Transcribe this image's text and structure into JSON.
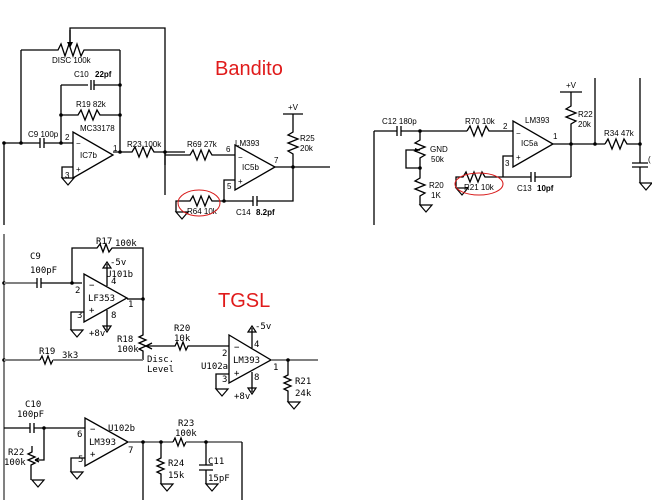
{
  "titles": {
    "top": "Bandito",
    "bottom": "TGSL"
  },
  "colors": {
    "title": "#e01b1b",
    "highlight_circle": "#d81a1a",
    "wire": "#000000",
    "wire_gray": "#808080"
  },
  "bandito_left": {
    "disc_pot": "DISC 100k",
    "c10_name": "C10",
    "c10_value": "22pf",
    "r19": "R19 82k",
    "c9": "C9 100p",
    "ic7_part": "MC33178",
    "ic7_ref": "IC7b",
    "ic7_pin_inv": "2",
    "ic7_pin_noninv": "3",
    "ic7_pin_out": "1",
    "r23": "R23 100k",
    "r69": "R69 27k",
    "ic5b_part": "LM393",
    "ic5b_ref": "IC5b",
    "ic5b_pin_inv": "6",
    "ic5b_pin_noninv": "5",
    "ic5b_pin_out": "7",
    "supply": "+V",
    "r25_name": "R25",
    "r25_value": "20k",
    "r64": "R64 10k",
    "c14_name": "C14",
    "c14_value": "8.2pf"
  },
  "bandito_right": {
    "c12": "C12 180p",
    "r70": "R70 10k",
    "pot_name": "GND",
    "pot_value": "50k",
    "r20_name": "R20",
    "r20_value": "1K",
    "r21": "R21 10k",
    "ic5a_part": "LM393",
    "ic5a_ref": "IC5a",
    "ic5a_pin_inv": "2",
    "ic5a_pin_noninv": "3",
    "ic5a_pin_out": "1",
    "supply": "+V",
    "r22_name": "R22",
    "r22_value": "20k",
    "c13_name": "C13",
    "c13_value": "10pf",
    "r34": "R34 47k",
    "cap_label_partial": "("
  },
  "tgsl": {
    "c9_name": "C9",
    "c9_value": "100pF",
    "r17_name": "R17",
    "r17_value": "100k",
    "u101_neg_supply": "-5v",
    "u101_ref": "U101b",
    "u101_part": "LF353",
    "u101_pin_inv": "2",
    "u101_pin_noninv": "3",
    "u101_pin_out": "1",
    "u101_pin_v_neg": "4",
    "u101_pin_v_pos": "8",
    "u101_pos_supply": "+8v",
    "r18_name": "R18",
    "r18_value": "100k",
    "disc_level_1": "Disc.",
    "disc_level_2": "Level",
    "r19_name": "R19",
    "r19_value": "3k3",
    "r20_name": "R20",
    "r20_value": "10k",
    "u102a_neg_supply": "-5v",
    "u102a_ref": "U102a",
    "u102a_part": "LM393",
    "u102a_pin_inv": "2",
    "u102a_pin_noninv": "3",
    "u102a_pin_out": "1",
    "u102a_pin_v_neg": "4",
    "u102a_pin_v_pos": "8",
    "u102a_pos_supply": "+8v",
    "r21_name": "R21",
    "r21_value": "24k",
    "c10_name": "C10",
    "c10_value": "100pF",
    "r22_name": "R22",
    "r22_value": "100k",
    "u102b_ref": "U102b",
    "u102b_part": "LM393",
    "u102b_pin_inv": "6",
    "u102b_pin_noninv": "5",
    "u102b_pin_out": "7",
    "r23_name": "R23",
    "r23_value": "100k",
    "r24_name": "R24",
    "r24_value": "15k",
    "c11_name": "C11",
    "c11_value": "15pF"
  }
}
